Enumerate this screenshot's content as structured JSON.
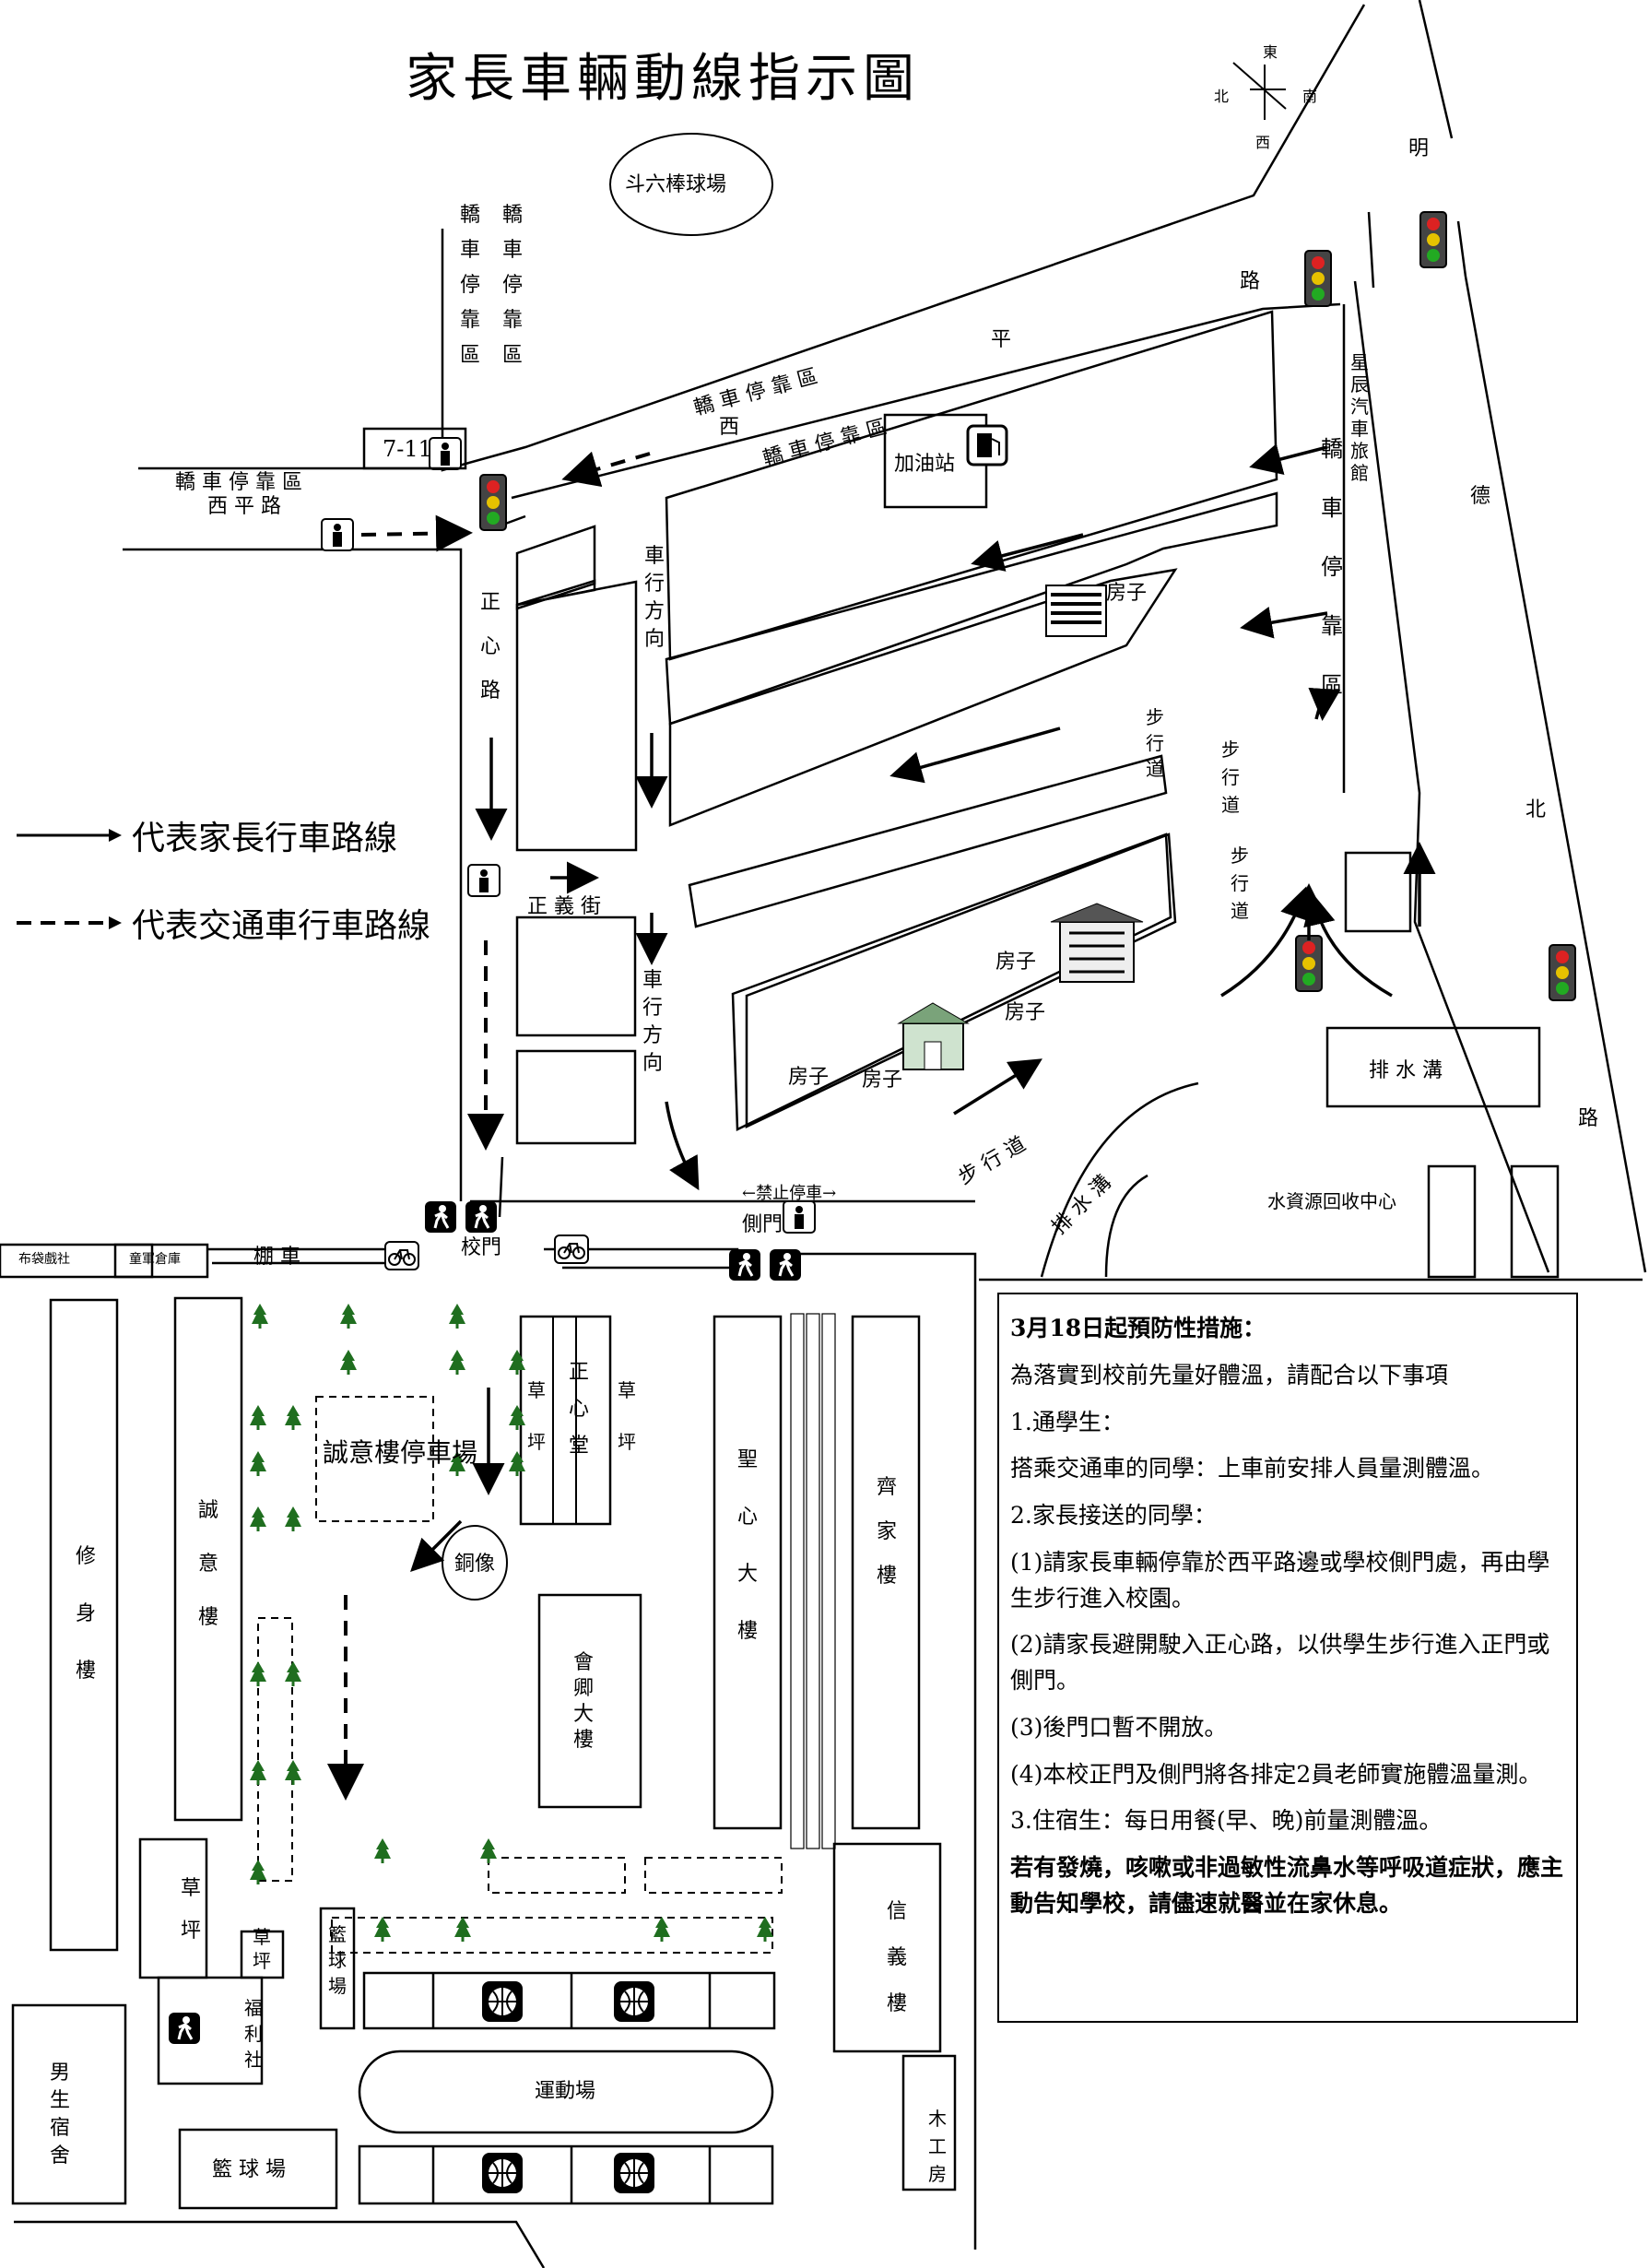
{
  "title": "家長車輛動線指示圖",
  "compass": {
    "east": "東",
    "west": "西",
    "north": "北",
    "south": "南"
  },
  "legend": {
    "solid": "代表家長行車路線",
    "dashed": "代表交通車行車路線"
  },
  "labels": {
    "stadium": "斗六棒球場",
    "parking_vertical_1": "轎車停靠區",
    "parking_vertical_2": "轎車停靠區",
    "seven_eleven": "7-11",
    "parking_left": "轎 車 停 靠 區",
    "xiping_road_left": "西 平 路",
    "parking_top": "轎 車 停 靠 區",
    "parking_top2": "轎 車 停 靠 區",
    "ping": "平",
    "xi": "西",
    "gas_station": "加油站",
    "house_1": "房子",
    "house_2": "房子",
    "house_3": "房子",
    "house_4": "房子",
    "house_5": "房子",
    "zhengxin_road": "正心路",
    "car_direction_1": "車行方向",
    "car_direction_2": "車行方向",
    "zhengyi_street": "正 義 街",
    "sidewalk_1": "步行道",
    "sidewalk_2": "步行道",
    "sidewalk_3": "步行道",
    "sidewalk_diag": "步 行 道",
    "xingchen_motel": "星辰汽車旅館",
    "parking_right": "轎車停靠區",
    "ming": "明",
    "lu_top": "路",
    "de": "德",
    "bei": "北",
    "lu_right": "路",
    "drainage": "排 水 溝",
    "drainage_diag": "排 水 溝",
    "water_center": "水資源回收中心",
    "no_parking": "←禁止停車→",
    "side_gate": "側門",
    "main_gate": "校門",
    "bike_shed": "棚 車",
    "shop_1": "布袋戲社",
    "shop_2": "童軍倉庫",
    "xiushen": "修身樓",
    "chengyi": "誠意樓",
    "chengyi_parking": "誠意樓停車場",
    "zhengxin_hall": "正心堂",
    "lawn_left": "草坪",
    "lawn_right": "草坪",
    "shengxin": "聖心大樓",
    "qijia": "齊家樓",
    "statue": "銅像",
    "huiqing": "會卿大樓",
    "lawn_a": "草坪",
    "lawn_b": "草坪",
    "fulishe": "福利社",
    "basketball_v": "籃球場",
    "xinyi": "信義樓",
    "dorm": "男生宿舍",
    "sports_field": "運動場",
    "basketball_bottom": "籃 球 場",
    "workshop": "木工房"
  },
  "notice": {
    "heading": "3月18日起預防性措施：",
    "intro": "為落實到校前先量好體溫，請配合以下事項",
    "item1": "1.通學生：",
    "item1_text": "搭乘交通車的同學：上車前安排人員量測體溫。",
    "item2": "2.家長接送的同學：",
    "item2_1": "(1)請家長車輛停靠於西平路邊或學校側門處，再由學生步行進入校園。",
    "item2_2": "(2)請家長避開駛入正心路，以供學生步行進入正門或側門。",
    "item2_3": "(3)後門口暫不開放。",
    "item2_4": "(4)本校正門及側門將各排定2員老師實施體溫量測。",
    "item3": "3.住宿生：每日用餐(早、晚)前量測體溫。",
    "warning": "若有發燒，咳嗽或非過敏性流鼻水等呼吸道症狀，應主動告知學校，請儘速就醫並在家休息。"
  }
}
